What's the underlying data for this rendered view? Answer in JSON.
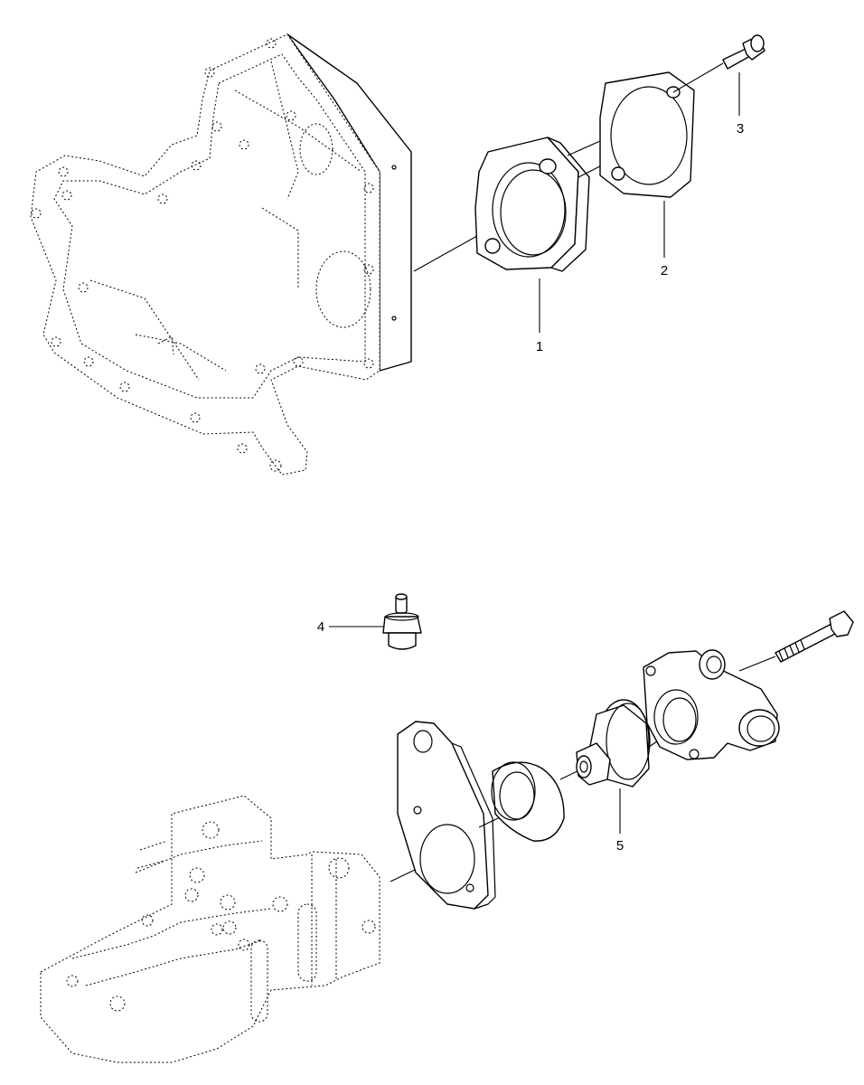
{
  "callouts": [
    {
      "id": "1",
      "label": "1"
    },
    {
      "id": "2",
      "label": "2"
    },
    {
      "id": "3",
      "label": "3"
    },
    {
      "id": "4",
      "label": "4"
    },
    {
      "id": "5",
      "label": "5"
    }
  ],
  "icons": {
    "timing-cover": "engine-timing-cover-icon",
    "cylinder-head": "cylinder-head-icon",
    "thermostat-housing": "thermostat-housing-icon"
  }
}
